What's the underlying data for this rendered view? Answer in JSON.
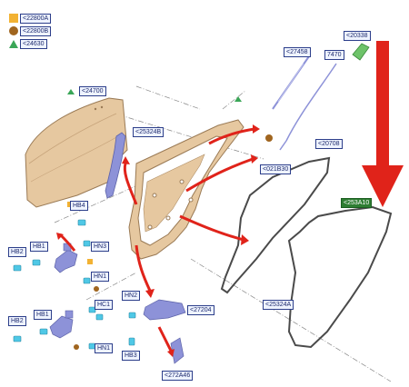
{
  "legend": [
    {
      "label": "<22800A",
      "symbol": "square",
      "color": "#f2b233"
    },
    {
      "label": "<22800B",
      "symbol": "circle",
      "color": "#a0651f"
    },
    {
      "label": "<24630",
      "symbol": "triangle",
      "color": "#3aa657"
    }
  ],
  "labels": {
    "door_panel": "<24700",
    "reinforcement": "<25324B",
    "wire_handle": "<27458",
    "latch_cable": "7470",
    "connector": "<20338",
    "bolt_021b30": "<021B30",
    "weatherstrip_upper": "<20708",
    "weatherstrip_outer": "<253A10",
    "weatherstrip_lower": "<25324A",
    "check_link": "<27204",
    "bracket_lower": "<272A46",
    "hb4": "HB4",
    "hb2_top": "HB2",
    "hb1_top": "HB1",
    "hn3": "HN3",
    "hn1_top": "HN1",
    "hc1": "HC1",
    "hb2_bottom": "HB2",
    "hb1_bottom": "HB1",
    "hn1_bottom": "HN1",
    "hn2": "HN2",
    "hb3": "HB3"
  },
  "colors": {
    "door_fill": "#e6c8a0",
    "door_stroke": "#9a7a55",
    "seal": "#4a4a4a",
    "bracket": "#8d92d8",
    "fastener": "#4fc8e6",
    "arrow": "#e0231a",
    "label_border": "#2c3e8a",
    "label_bg": "#eef3ff",
    "highlight_label": "#2e7d32"
  }
}
